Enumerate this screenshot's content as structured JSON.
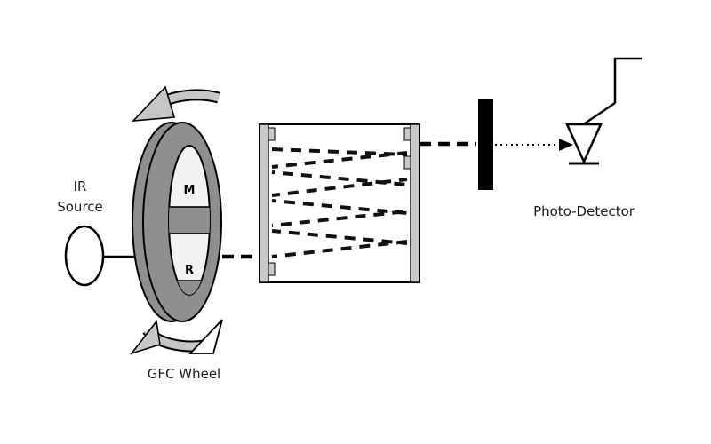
{
  "labels": {
    "ir_source_line1": "IR",
    "ir_source_line2": "Source",
    "gfc_wheel": "GFC Wheel",
    "photo_detector": "Photo-Detector",
    "wheel_m": "M",
    "wheel_r": "R"
  },
  "colors": {
    "wheel_ring": "#8f8f8f",
    "window_white": "#f2f2f2",
    "arrow_gray": "#c6c6c6",
    "wall_gray": "#c9c9c9",
    "filter_black": "#000000",
    "background": "#ffffff"
  }
}
